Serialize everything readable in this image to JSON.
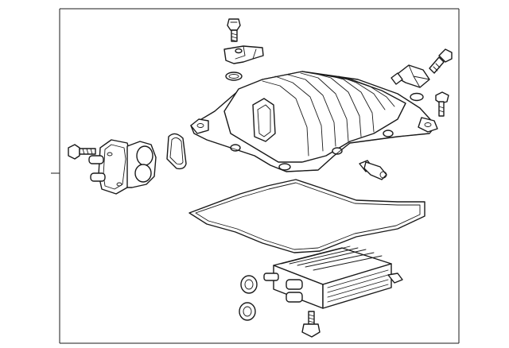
{
  "diagram": {
    "kind": "exploded parts view",
    "parts": [
      "bolt-top",
      "bracket",
      "o-ring",
      "intake-manifold",
      "bolt-upper-right",
      "sensor-right",
      "o-ring-right",
      "bolt-right-lower",
      "gasket-oval",
      "throttle-body",
      "bolt-left",
      "sensor-fitting",
      "manifold-gasket",
      "charge-cooler",
      "washer-upper",
      "washer-lower",
      "bolt-bottom"
    ],
    "colors": {
      "line": "#1a1a1a",
      "background": "#ffffff",
      "frame": "#1a1a1a"
    }
  }
}
